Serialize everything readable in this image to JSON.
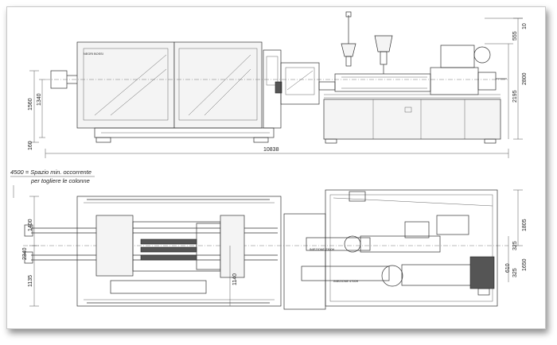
{
  "labels": {
    "plate_label": "NEGRI BOSSI",
    "injection_unit_1": "INIEZIONE 2300H",
    "injection_unit_2": "INIEZIONE 4700H",
    "note_line_1": "4500 = Spazio min. occorrente",
    "note_line_2": "per togliere le colonne"
  },
  "dimensions": {
    "overall_length": "10838",
    "front_1560": "1560",
    "front_1340": "1340",
    "front_160": "160",
    "front_2195": "2195",
    "front_2800": "2800",
    "front_555": "555",
    "front_10": "10",
    "top_1400": "1400",
    "top_2340": "2340",
    "top_1135": "1135",
    "top_1140": "1140",
    "top_1805": "1805",
    "top_325_a": "325",
    "top_325_b": "325",
    "top_610": "610",
    "top_650": "1650"
  },
  "colors": {
    "line": "#333333",
    "frame_shadow": "#777777",
    "background": "#ffffff"
  }
}
